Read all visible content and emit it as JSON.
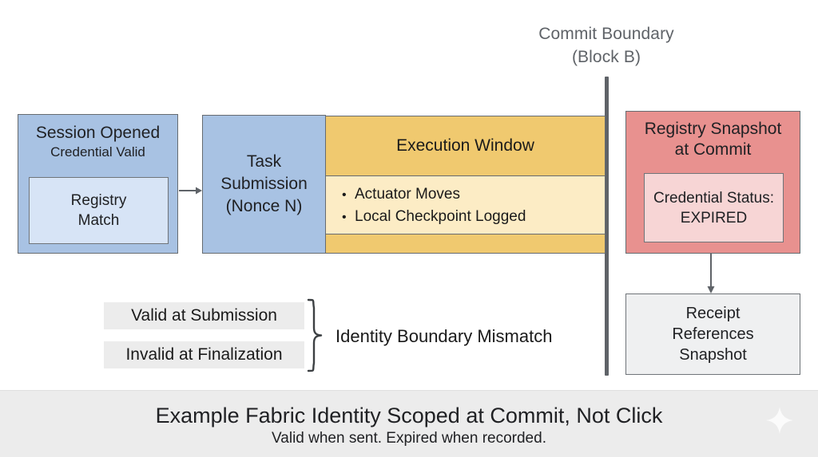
{
  "boundary": {
    "label_line1": "Commit Boundary",
    "label_line2": "(Block B)",
    "line_color": "#5f6368"
  },
  "session": {
    "title": "Session Opened",
    "subtitle": "Credential Valid",
    "inner_line1": "Registry",
    "inner_line2": "Match",
    "fill": "#a8c2e3",
    "inner_fill": "#d7e4f6"
  },
  "task": {
    "text": "Task\nSubmission\n(Nonce N)",
    "fill": "#a8c2e3"
  },
  "execution": {
    "title": "Execution Window",
    "bullets": [
      "Actuator Moves",
      "Local Checkpoint Logged"
    ],
    "fill": "#f0c96f",
    "inner_fill": "#fcecc5"
  },
  "snapshot": {
    "title_line1": "Registry Snapshot",
    "title_line2": "at Commit",
    "status_label": "Credential Status:",
    "status_value": "EXPIRED",
    "fill": "#e8918f",
    "inner_fill": "#f7d5d5"
  },
  "receipt": {
    "line1": "Receipt",
    "line2": "References",
    "line3": "Snapshot",
    "fill": "#eff0f1"
  },
  "mismatch": {
    "chip_valid": "Valid at Submission",
    "chip_invalid": "Invalid at Finalization",
    "label": "Identity Boundary Mismatch",
    "chip_fill": "#ececec"
  },
  "banner": {
    "title": "Example Fabric Identity Scoped at Commit, Not Click",
    "subtitle": "Valid when sent. Expired when recorded.",
    "fill": "#ececec",
    "icon": "sparkle-icon"
  }
}
